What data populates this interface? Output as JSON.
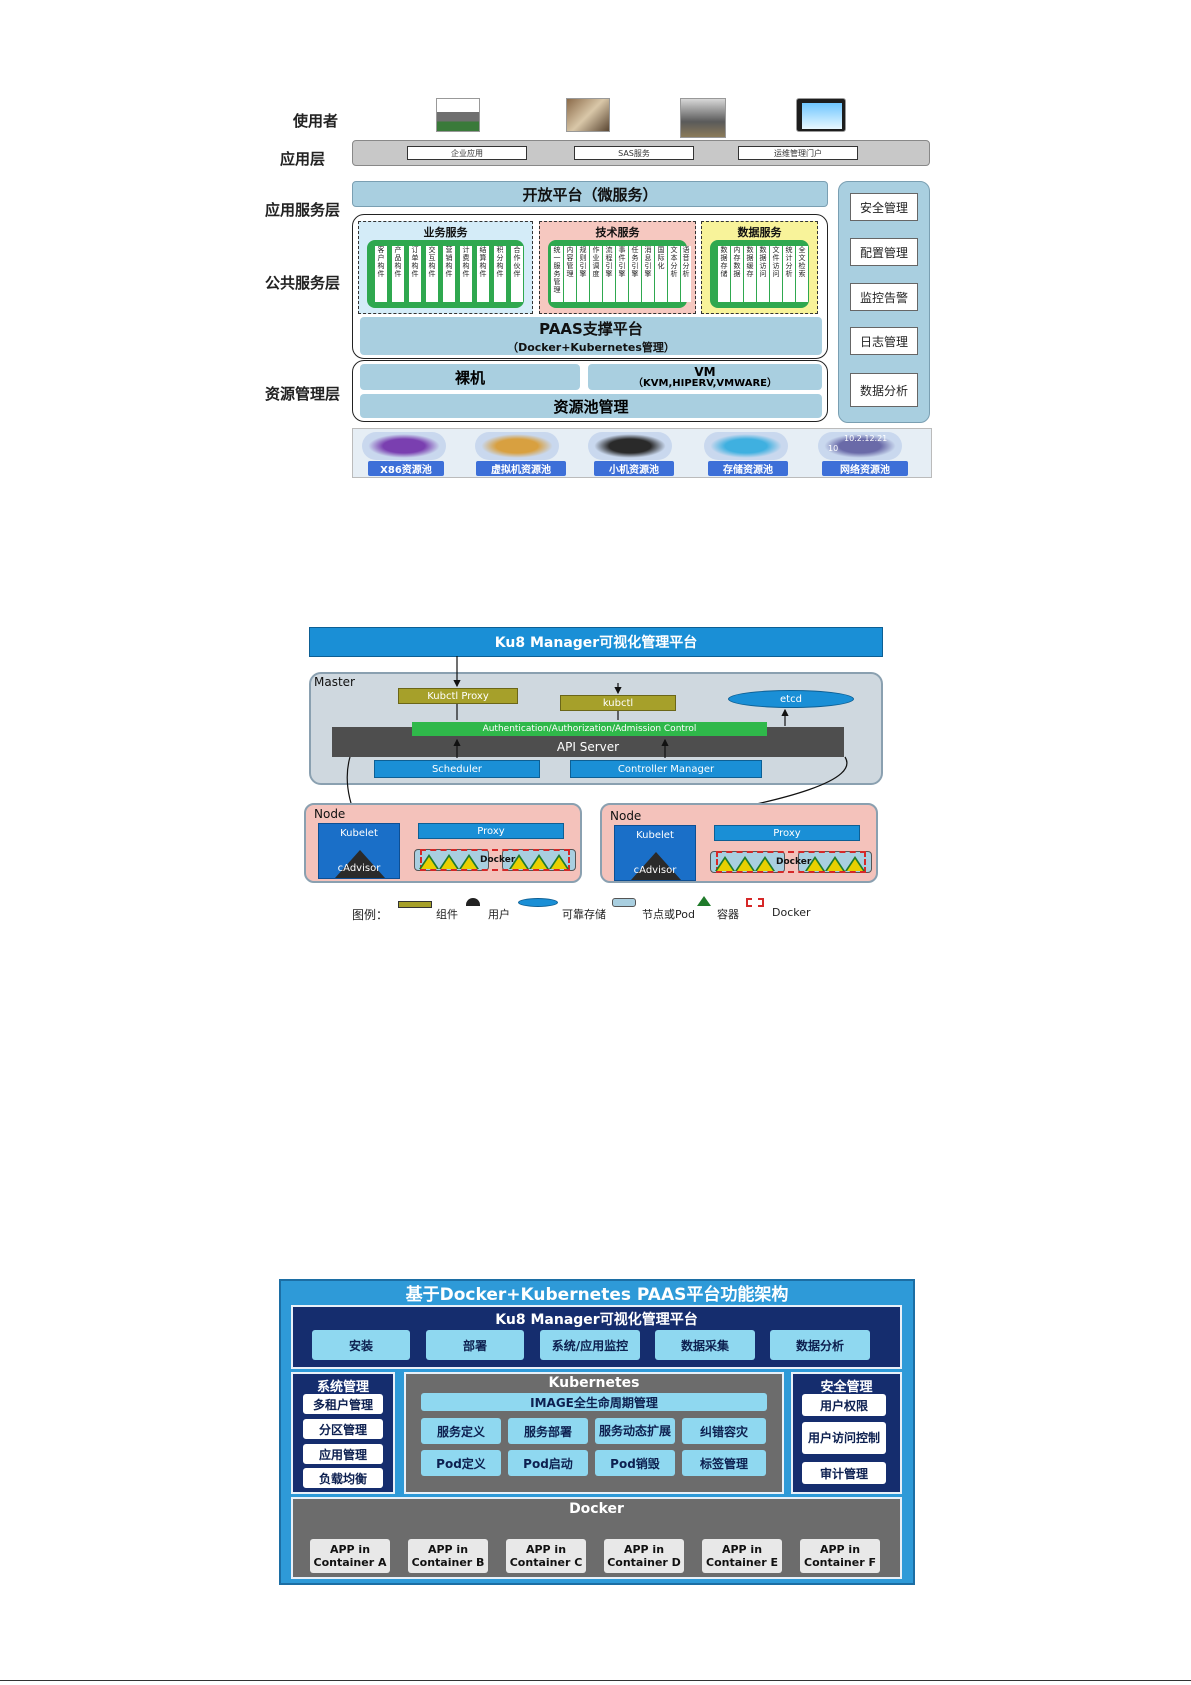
{
  "diagram1": {
    "layer_labels": [
      "使用者",
      "应用层",
      "应用服务层",
      "公共服务层",
      "资源管理层"
    ],
    "users": [
      "user-desk-icon",
      "user-document-icon",
      "user-computer-icon",
      "tablet-icon"
    ],
    "app_layer": [
      "企业应用",
      "SAS服务",
      "运维管理门户"
    ],
    "open_platform": "开放平台（微服务）",
    "sections": [
      {
        "title": "业务服务",
        "color": "#d4ecf8",
        "items": [
          "客户构件",
          "产品构件",
          "订单构件",
          "交互构件",
          "营销构件",
          "计费构件",
          "结算构件",
          "积分构件",
          "合作伙伴"
        ]
      },
      {
        "title": "技术服务",
        "color": "#f6c8c0",
        "items": [
          "统一服务管理",
          "内容管理",
          "规则引擎",
          "作业调度",
          "流程引擎",
          "事件引擎",
          "任务引擎",
          "消息引擎",
          "国际化",
          "文本分析",
          "语音分析"
        ]
      },
      {
        "title": "数据服务",
        "color": "#f8f39a",
        "items": [
          "数据存储",
          "内存数据",
          "数据缓存",
          "数据访问",
          "文件访问",
          "统计分析",
          "全文检索"
        ]
      }
    ],
    "paas_title": "PAAS支撑平台",
    "paas_subtitle": "（Docker+Kubernetes管理）",
    "bare_metal": "裸机",
    "vm_title": "VM",
    "vm_subtitle": "（KVM,HIPERV,VMWARE）",
    "resource_pool": "资源池管理",
    "right_column": [
      "安全管理",
      "配置管理",
      "监控告警",
      "日志管理",
      "数据分析"
    ],
    "pools": [
      "X86资源池",
      "虚拟机资源池",
      "小机资源池",
      "存储资源池",
      "网络资源池"
    ],
    "network_ip": "10.2.12.21",
    "network_num": "10"
  },
  "diagram2": {
    "top": "Ku8 Manager可视化管理平台",
    "master": "Master",
    "kubctl_proxy": "Kubctl Proxy",
    "kubctl": "kubctl",
    "etcd": "etcd",
    "auth": "Authentication/Authorization/Admission Control",
    "api_server": "API Server",
    "scheduler": "Scheduler",
    "controller_manager": "Controller Manager",
    "node": "Node",
    "kubelet": "Kubelet",
    "cadvisor": "cAdvisor",
    "proxy": "Proxy",
    "docker": "Docker",
    "legend_title": "图例：",
    "legend": [
      "组件",
      "用户",
      "可靠存储",
      "节点或Pod",
      "容器",
      "Docker"
    ]
  },
  "diagram3": {
    "title": "基于Docker+Kubernetes PAAS平台功能架构",
    "ku8": "Ku8 Manager可视化管理平台",
    "top_buttons": [
      "安装",
      "部署",
      "系统/应用监控",
      "数据采集",
      "数据分析"
    ],
    "system_mgmt": "系统管理",
    "system_items": [
      "多租户管理",
      "分区管理",
      "应用管理",
      "负载均衡"
    ],
    "kubernetes": "Kubernetes",
    "image": "IMAGE全生命周期管理",
    "k_row1": [
      "服务定义",
      "服务部署",
      "服务动态扩展",
      "纠错容灾"
    ],
    "k_row2": [
      "Pod定义",
      "Pod启动",
      "Pod销毁",
      "标签管理"
    ],
    "security": "安全管理",
    "security_items": [
      "用户权限",
      "用户访问控制",
      "审计管理"
    ],
    "docker": "Docker",
    "apps": [
      {
        "l1": "APP in",
        "l2": "Container A"
      },
      {
        "l1": "APP in",
        "l2": "Container B"
      },
      {
        "l1": "APP in",
        "l2": "Container C"
      },
      {
        "l1": "APP in",
        "l2": "Container D"
      },
      {
        "l1": "APP in",
        "l2": "Container E"
      },
      {
        "l1": "APP in",
        "l2": "Container F"
      }
    ]
  }
}
